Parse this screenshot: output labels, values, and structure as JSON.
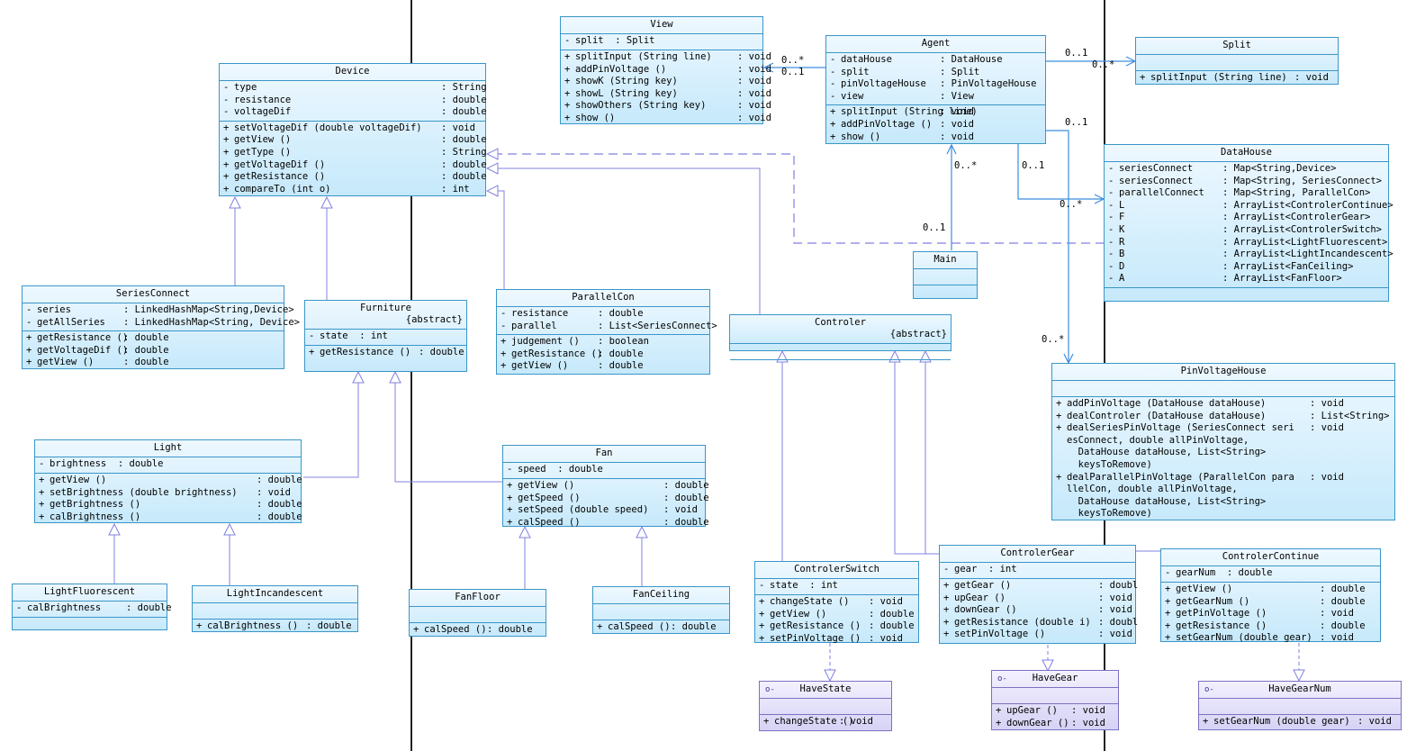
{
  "classes": {
    "view": {
      "name": "View",
      "attrs": [
        {
          "vis": "-",
          "name": "split  : Split",
          "type": ""
        }
      ],
      "ops": [
        {
          "vis": "+",
          "name": "splitInput (String line)",
          "type": ": void"
        },
        {
          "vis": "+",
          "name": "addPinVoltage ()",
          "type": ": void"
        },
        {
          "vis": "+",
          "name": "showK (String key)",
          "type": ": void"
        },
        {
          "vis": "+",
          "name": "showL (String key)",
          "type": ": void"
        },
        {
          "vis": "+",
          "name": "showOthers (String key)",
          "type": ": void"
        },
        {
          "vis": "+",
          "name": "show ()",
          "type": ": void"
        }
      ]
    },
    "agent": {
      "name": "Agent",
      "attrs": [
        {
          "vis": "-",
          "name": "dataHouse",
          "type": ": DataHouse"
        },
        {
          "vis": "-",
          "name": "split",
          "type": ": Split"
        },
        {
          "vis": "-",
          "name": "pinVoltageHouse",
          "type": ": PinVoltageHouse"
        },
        {
          "vis": "-",
          "name": "view",
          "type": ": View"
        }
      ],
      "ops": [
        {
          "vis": "+",
          "name": "splitInput (String line)",
          "type": ": void"
        },
        {
          "vis": "+",
          "name": "addPinVoltage ()",
          "type": ": void"
        },
        {
          "vis": "+",
          "name": "show ()",
          "type": ": void"
        }
      ]
    },
    "split": {
      "name": "Split",
      "attrs": [],
      "ops": [
        {
          "vis": "+",
          "name": "splitInput (String line)",
          "type": ": void"
        }
      ]
    },
    "device": {
      "name": "Device",
      "attrs": [
        {
          "vis": "-",
          "name": "type",
          "type": ": String"
        },
        {
          "vis": "-",
          "name": "resistance",
          "type": ": double"
        },
        {
          "vis": "-",
          "name": "voltageDif",
          "type": ": double"
        }
      ],
      "ops": [
        {
          "vis": "+",
          "name": "setVoltageDif (double voltageDif)",
          "type": ": void"
        },
        {
          "vis": "+",
          "name": "getView ()",
          "type": ": double"
        },
        {
          "vis": "+",
          "name": "getType ()",
          "type": ": String"
        },
        {
          "vis": "+",
          "name": "getVoltageDif ()",
          "type": ": double"
        },
        {
          "vis": "+",
          "name": "getResistance ()",
          "type": ": double"
        },
        {
          "vis": "+",
          "name": "compareTo (int o)",
          "type": ": int"
        }
      ]
    },
    "datahouse": {
      "name": "DataHouse",
      "attrs": [
        {
          "vis": "-",
          "name": "seriesConnect",
          "type": ": Map<String,Device>"
        },
        {
          "vis": "-",
          "name": "seriesConnect",
          "type": ": Map<String, SeriesConnect>"
        },
        {
          "vis": "-",
          "name": "parallelConnect",
          "type": ": Map<String, ParallelCon>"
        },
        {
          "vis": "-",
          "name": "L",
          "type": ": ArrayList<ControlerContinue>"
        },
        {
          "vis": "-",
          "name": "F",
          "type": ": ArrayList<ControlerGear>"
        },
        {
          "vis": "-",
          "name": "K",
          "type": ": ArrayList<ControlerSwitch>"
        },
        {
          "vis": "-",
          "name": "R",
          "type": ": ArrayList<LightFluorescent>"
        },
        {
          "vis": "-",
          "name": "B",
          "type": ": ArrayList<LightIncandescent>"
        },
        {
          "vis": "-",
          "name": "D",
          "type": ": ArrayList<FanCeiling>"
        },
        {
          "vis": "-",
          "name": "A",
          "type": ": ArrayList<FanFloor>"
        }
      ],
      "ops": []
    },
    "main": {
      "name": "Main",
      "attrs": [],
      "ops": []
    },
    "seriesconnect": {
      "name": "SeriesConnect",
      "attrs": [
        {
          "vis": "-",
          "name": "series",
          "type": ": LinkedHashMap<String,Device>"
        },
        {
          "vis": "-",
          "name": "getAllSeries",
          "type": ": LinkedHashMap<String, Device>"
        }
      ],
      "ops": [
        {
          "vis": "+",
          "name": "getResistance ()",
          "type": ": double"
        },
        {
          "vis": "+",
          "name": "getVoltageDif ()",
          "type": ": double"
        },
        {
          "vis": "+",
          "name": "getView ()",
          "type": ": double"
        }
      ]
    },
    "furniture": {
      "name": "Furniture",
      "stereo": "{abstract}",
      "attrs": [
        {
          "vis": "-",
          "name": "state  : int",
          "type": ""
        }
      ],
      "ops": [
        {
          "vis": "+",
          "name": "getResistance ()",
          "type": ": double"
        }
      ]
    },
    "parallelcon": {
      "name": "ParallelCon",
      "attrs": [
        {
          "vis": "-",
          "name": "resistance",
          "type": ": double"
        },
        {
          "vis": "-",
          "name": "parallel",
          "type": ": List<SeriesConnect>"
        }
      ],
      "ops": [
        {
          "vis": "+",
          "name": "judgement ()",
          "type": ": boolean"
        },
        {
          "vis": "+",
          "name": "getResistance ()",
          "type": ": double"
        },
        {
          "vis": "+",
          "name": "getView ()",
          "type": ": double"
        }
      ]
    },
    "controler": {
      "name": "Controler",
      "stereo": "{abstract}",
      "attrs": [],
      "ops": []
    },
    "pinvoltagehouse": {
      "name": "PinVoltageHouse",
      "attrs": [],
      "ops": [
        {
          "vis": "+",
          "name": "addPinVoltage (DataHouse dataHouse)",
          "type": ": void"
        },
        {
          "vis": "+",
          "name": "dealControler (DataHouse dataHouse)",
          "type": ": List<String>"
        },
        {
          "vis": "+",
          "name": "dealSeriesPinVoltage (SeriesConnect seri\nesConnect, double allPinVoltage,\n  DataHouse dataHouse, List<String>\n  keysToRemove)",
          "type": ": void"
        },
        {
          "vis": "+",
          "name": "dealParallelPinVoltage (ParallelCon para\nllelCon, double allPinVoltage,\n  DataHouse dataHouse, List<String>\n  keysToRemove)",
          "type": ": void"
        }
      ]
    },
    "light": {
      "name": "Light",
      "attrs": [
        {
          "vis": "-",
          "name": "brightness  : double",
          "type": ""
        }
      ],
      "ops": [
        {
          "vis": "+",
          "name": "getView ()",
          "type": ": double"
        },
        {
          "vis": "+",
          "name": "setBrightness (double brightness)",
          "type": ": void"
        },
        {
          "vis": "+",
          "name": "getBrightness ()",
          "type": ": double"
        },
        {
          "vis": "+",
          "name": "calBrightness ()",
          "type": ": double"
        }
      ]
    },
    "fan": {
      "name": "Fan",
      "attrs": [
        {
          "vis": "-",
          "name": "speed  : double",
          "type": ""
        }
      ],
      "ops": [
        {
          "vis": "+",
          "name": "getView ()",
          "type": ": double"
        },
        {
          "vis": "+",
          "name": "getSpeed ()",
          "type": ": double"
        },
        {
          "vis": "+",
          "name": "setSpeed (double speed)",
          "type": ": void"
        },
        {
          "vis": "+",
          "name": "calSpeed ()",
          "type": ": double"
        }
      ]
    },
    "lightfluorescent": {
      "name": "LightFluorescent",
      "attrs": [
        {
          "vis": "-",
          "name": "calBrightness",
          "type": ": double"
        }
      ],
      "ops": []
    },
    "lightincandescent": {
      "name": "LightIncandescent",
      "attrs": [],
      "ops": [
        {
          "vis": "+",
          "name": "calBrightness ()",
          "type": ": double"
        }
      ]
    },
    "fanfloor": {
      "name": "FanFloor",
      "attrs": [],
      "ops": [
        {
          "vis": "+",
          "name": "calSpeed ()",
          "type": ": double"
        }
      ]
    },
    "fanceiling": {
      "name": "FanCeiling",
      "attrs": [],
      "ops": [
        {
          "vis": "+",
          "name": "calSpeed ()",
          "type": ": double"
        }
      ]
    },
    "controlerswitch": {
      "name": "ControlerSwitch",
      "attrs": [
        {
          "vis": "-",
          "name": "state  : int",
          "type": ""
        }
      ],
      "ops": [
        {
          "vis": "+",
          "name": "changeState ()",
          "type": ": void"
        },
        {
          "vis": "+",
          "name": "getView ()",
          "type": ": double"
        },
        {
          "vis": "+",
          "name": "getResistance ()",
          "type": ": double"
        },
        {
          "vis": "+",
          "name": "setPinVoltage ()",
          "type": ": void"
        }
      ]
    },
    "controlergear": {
      "name": "ControlerGear",
      "attrs": [
        {
          "vis": "-",
          "name": "gear  : int",
          "type": ""
        }
      ],
      "ops": [
        {
          "vis": "+",
          "name": "getGear ()",
          "type": ": doubl"
        },
        {
          "vis": "+",
          "name": "upGear ()",
          "type": ": void"
        },
        {
          "vis": "+",
          "name": "downGear ()",
          "type": ": void"
        },
        {
          "vis": "+",
          "name": "getResistance (double i)",
          "type": ": doubl"
        },
        {
          "vis": "+",
          "name": "setPinVoltage ()",
          "type": ": void"
        }
      ]
    },
    "controlercontinue": {
      "name": "ControlerContinue",
      "attrs": [
        {
          "vis": "-",
          "name": "gearNum  : double",
          "type": ""
        }
      ],
      "ops": [
        {
          "vis": "+",
          "name": "getView ()",
          "type": ": double"
        },
        {
          "vis": "+",
          "name": "getGearNum ()",
          "type": ": double"
        },
        {
          "vis": "+",
          "name": "getPinVoltage ()",
          "type": ": void"
        },
        {
          "vis": "+",
          "name": "getResistance ()",
          "type": ": double"
        },
        {
          "vis": "+",
          "name": "setGearNum (double gear)",
          "type": ": void"
        }
      ]
    },
    "havestate": {
      "name": "HaveState",
      "icon": "o-",
      "attrs": [],
      "ops": [
        {
          "vis": "+",
          "name": "changeState ()",
          "type": ": void"
        }
      ]
    },
    "havegear": {
      "name": "HaveGear",
      "icon": "o-",
      "attrs": [],
      "ops": [
        {
          "vis": "+",
          "name": "upGear ()",
          "type": ": void"
        },
        {
          "vis": "+",
          "name": "downGear ()",
          "type": ": void"
        }
      ]
    },
    "havegearnum": {
      "name": "HaveGearNum",
      "icon": "o-",
      "attrs": [],
      "ops": [
        {
          "vis": "+",
          "name": "setGearNum (double gear)",
          "type": ": void"
        }
      ]
    }
  },
  "multiplicities": {
    "agent_view_a": "0..*",
    "agent_view_b": "0..1",
    "agent_split_a": "0..1",
    "agent_split_b": "0..*",
    "agent_pin_a": "0..1",
    "agent_pin_b": "0..*",
    "agent_dh_a": "0..1",
    "agent_dh_b": "0..*",
    "main_agent_a": "0..*",
    "main_agent_b": "0..1"
  },
  "colors": {
    "class_border": "#3a96c8",
    "class_fill_top": "#eef8ff",
    "class_fill_bottom": "#c6e9fb",
    "interface_fill": "#d6d2f5",
    "generalization": "#8080e0",
    "association": "#3a8de0"
  }
}
